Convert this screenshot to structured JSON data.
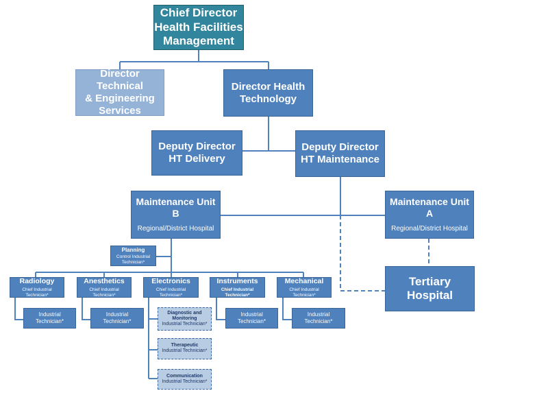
{
  "chief": {
    "line1": "Chief Director",
    "line2": "Health Facilities",
    "line3": "Management"
  },
  "director_tech_eng": {
    "line1": "Director Technical",
    "line2": "& Engineering",
    "line3": "Services"
  },
  "director_health_tech": {
    "line1": "Director Health",
    "line2": "Technology"
  },
  "deputy_delivery": {
    "line1": "Deputy Director",
    "line2": "HT Delivery"
  },
  "deputy_maintenance": {
    "line1": "Deputy Director",
    "line2": "HT Maintenance"
  },
  "unit_b": {
    "line1": "Maintenance Unit",
    "line2": "B",
    "sub": "Regional/District Hospital"
  },
  "unit_a": {
    "line1": "Maintenance Unit",
    "line2": "A",
    "sub": "Regional/District Hospital"
  },
  "tertiary": {
    "label": "Tertiary Hospital"
  },
  "planning": {
    "title": "Planning",
    "sub1": "Control Industrial",
    "sub2": "Technician*"
  },
  "departments": {
    "radiology": {
      "title": "Radiology",
      "sub1": "Chief Industrial",
      "sub2": "Technician*"
    },
    "anesthetics": {
      "title": "Anesthetics",
      "sub1": "Chief Industrial",
      "sub2": "Technician*"
    },
    "electronics": {
      "title": "Electronics",
      "sub1": "Chief Industrial",
      "sub2": "Technician*"
    },
    "instruments": {
      "title": "Instruments",
      "sub1": "Chief Industrial",
      "sub2": "Technician*"
    },
    "mechanical": {
      "title": "Mechanical",
      "sub1": "Chief Industrial",
      "sub2": "Technician*"
    }
  },
  "technician": {
    "line1": "Industrial",
    "line2": "Technician*"
  },
  "electronics_sub": {
    "diagnostic": {
      "title1": "Diagnostic and",
      "title2": "Monitoring",
      "sub": "Industrial Technician*"
    },
    "therapeutic": {
      "title": "Therapeutic",
      "sub": "Industrial Technician*"
    },
    "communication": {
      "title": "Communication",
      "sub": "Industrial Technician*"
    }
  },
  "colors": {
    "teal": "#31859c",
    "dark_blue": "#4f81bd",
    "light_blue": "#95b3d7",
    "pale_blue": "#b8cce4",
    "connector": "#4f81bd"
  }
}
